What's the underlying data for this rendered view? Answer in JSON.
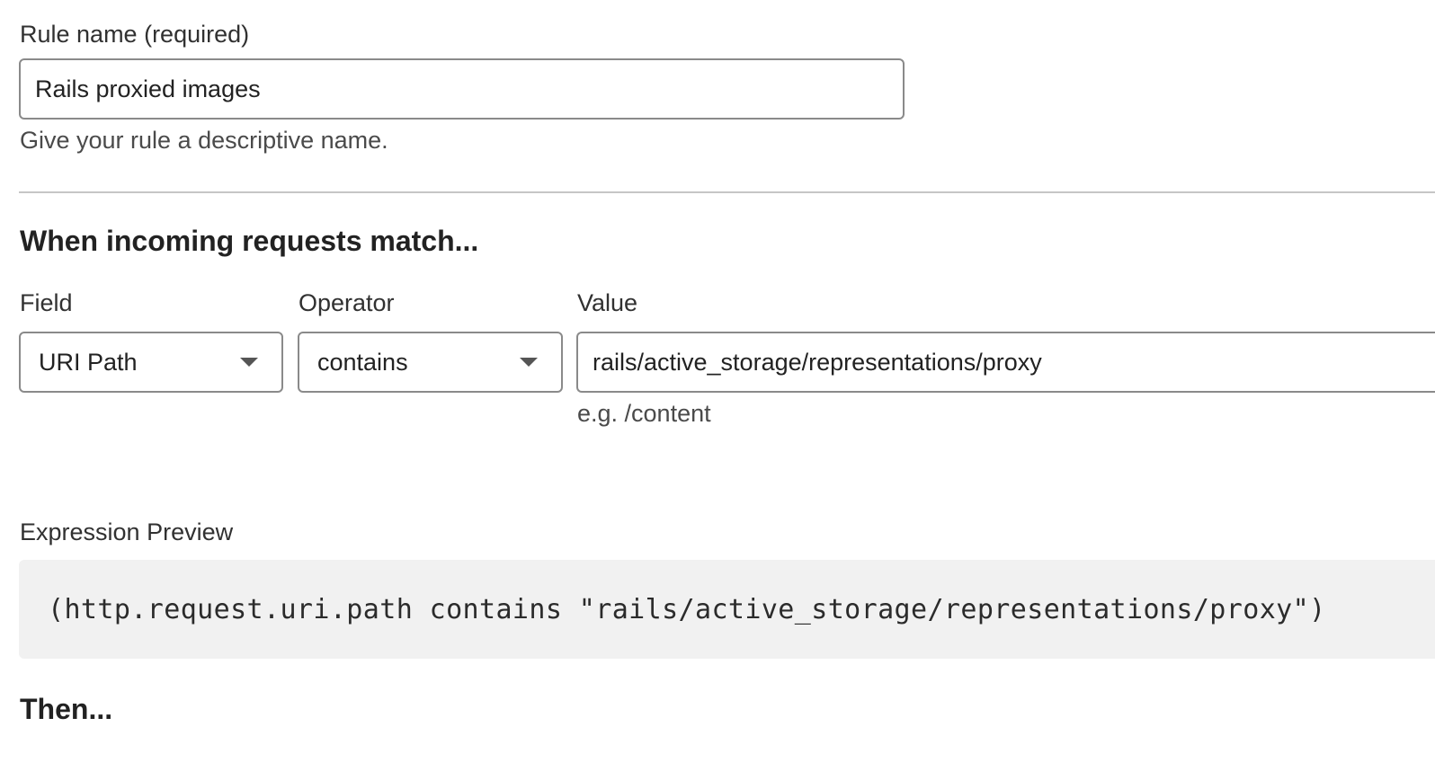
{
  "rule_name": {
    "label": "Rule name (required)",
    "value": "Rails proxied images",
    "help": "Give your rule a descriptive name."
  },
  "match_section": {
    "heading": "When incoming requests match...",
    "field": {
      "label": "Field",
      "selected": "URI Path"
    },
    "operator": {
      "label": "Operator",
      "selected": "contains"
    },
    "value": {
      "label": "Value",
      "current": "rails/active_storage/representations/proxy",
      "help": "e.g. /content"
    }
  },
  "expression_preview": {
    "label": "Expression Preview",
    "code": "(http.request.uri.path contains \"rails/active_storage/representations/proxy\")"
  },
  "then_section": {
    "heading": "Then..."
  },
  "icons": {
    "dropdown": "chevron-down-icon"
  }
}
